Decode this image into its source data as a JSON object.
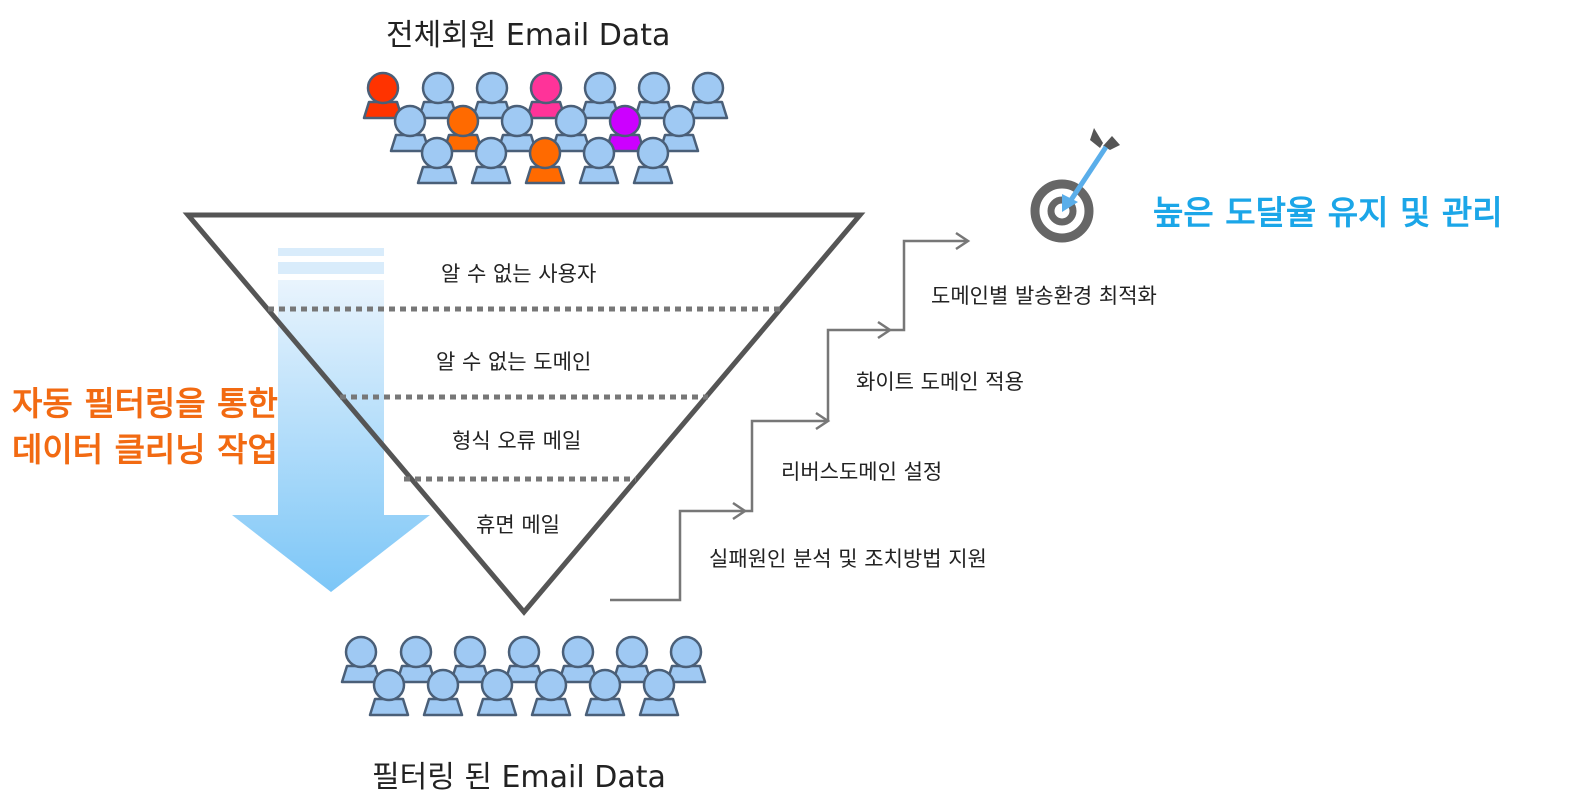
{
  "titles": {
    "top": "전체회원 Email Data",
    "bottom": "필터링 된 Email Data"
  },
  "funnel_layers": [
    "알 수 없는 사용자",
    "알 수 없는 도메인",
    "형식 오류 메일",
    "휴면 메일"
  ],
  "side_label": {
    "line1": "자동 필터링을 통한",
    "line2": "데이터 클리닝 작업"
  },
  "steps": [
    "실패원인 분석 및 조치방법 지원",
    "리버스도메인 설정",
    "화이트 도메인 적용",
    "도메인별 발송환경 최적화"
  ],
  "goal": "높은 도달율 유지 및 관리",
  "icons": {
    "people": "person-icon",
    "target": "target-icon",
    "arrow": "down-arrow-icon"
  },
  "colors": {
    "person_fill": "#9fc9f3",
    "person_stroke": "#4a5f78",
    "accent_orange": "#f26a12",
    "accent_blue": "#1ba6e8",
    "highlight_red": "#ff3300",
    "highlight_pink": "#ff3399",
    "highlight_purple": "#cc00ff",
    "highlight_orange": "#ff6a00"
  }
}
